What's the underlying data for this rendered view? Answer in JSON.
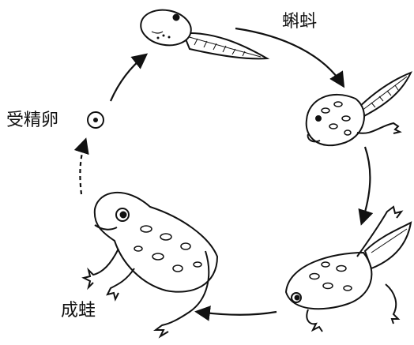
{
  "labels": {
    "fertilized_egg": "受精卵",
    "tadpole": "蝌蚪",
    "adult_frog": "成蛙"
  },
  "colors": {
    "ink": "#111111",
    "background": "#ffffff"
  },
  "stages": [
    {
      "name": "fertilized-egg"
    },
    {
      "name": "tadpole-young"
    },
    {
      "name": "tadpole-with-hind-legs"
    },
    {
      "name": "froglet-with-tail"
    },
    {
      "name": "adult-frog"
    }
  ]
}
